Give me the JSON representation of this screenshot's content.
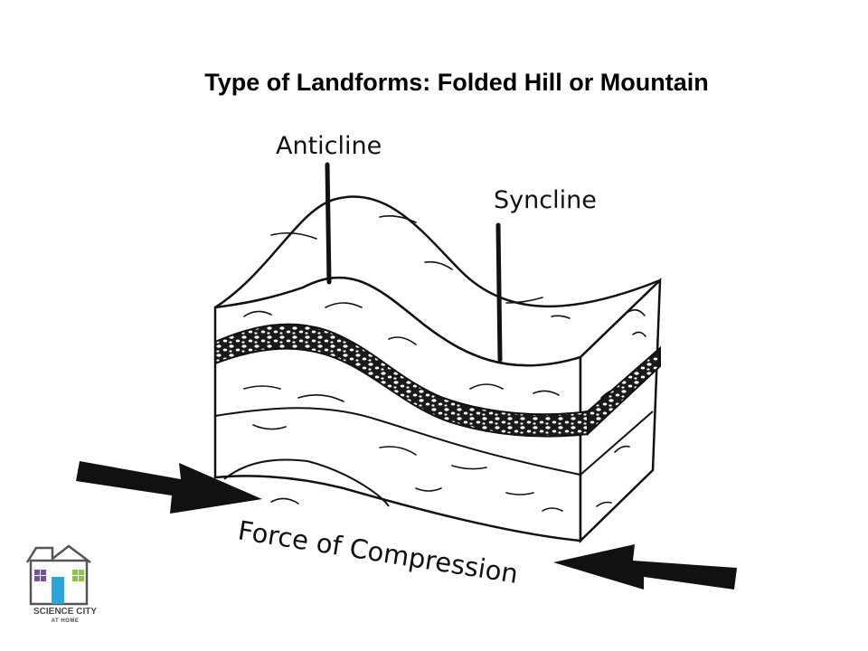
{
  "title": "Type of Landforms: Folded Hill or Mountain",
  "labels": {
    "anticline": "Anticline",
    "syncline": "Syncline",
    "force": "Force of Compression"
  },
  "logo": {
    "name": "SCIENCE CITY",
    "sub": "AT HOME"
  },
  "colors": {
    "ink": "#111111",
    "logo_purple": "#7b4fa0",
    "logo_blue": "#2aa7d8",
    "logo_green": "#8cc63f"
  }
}
